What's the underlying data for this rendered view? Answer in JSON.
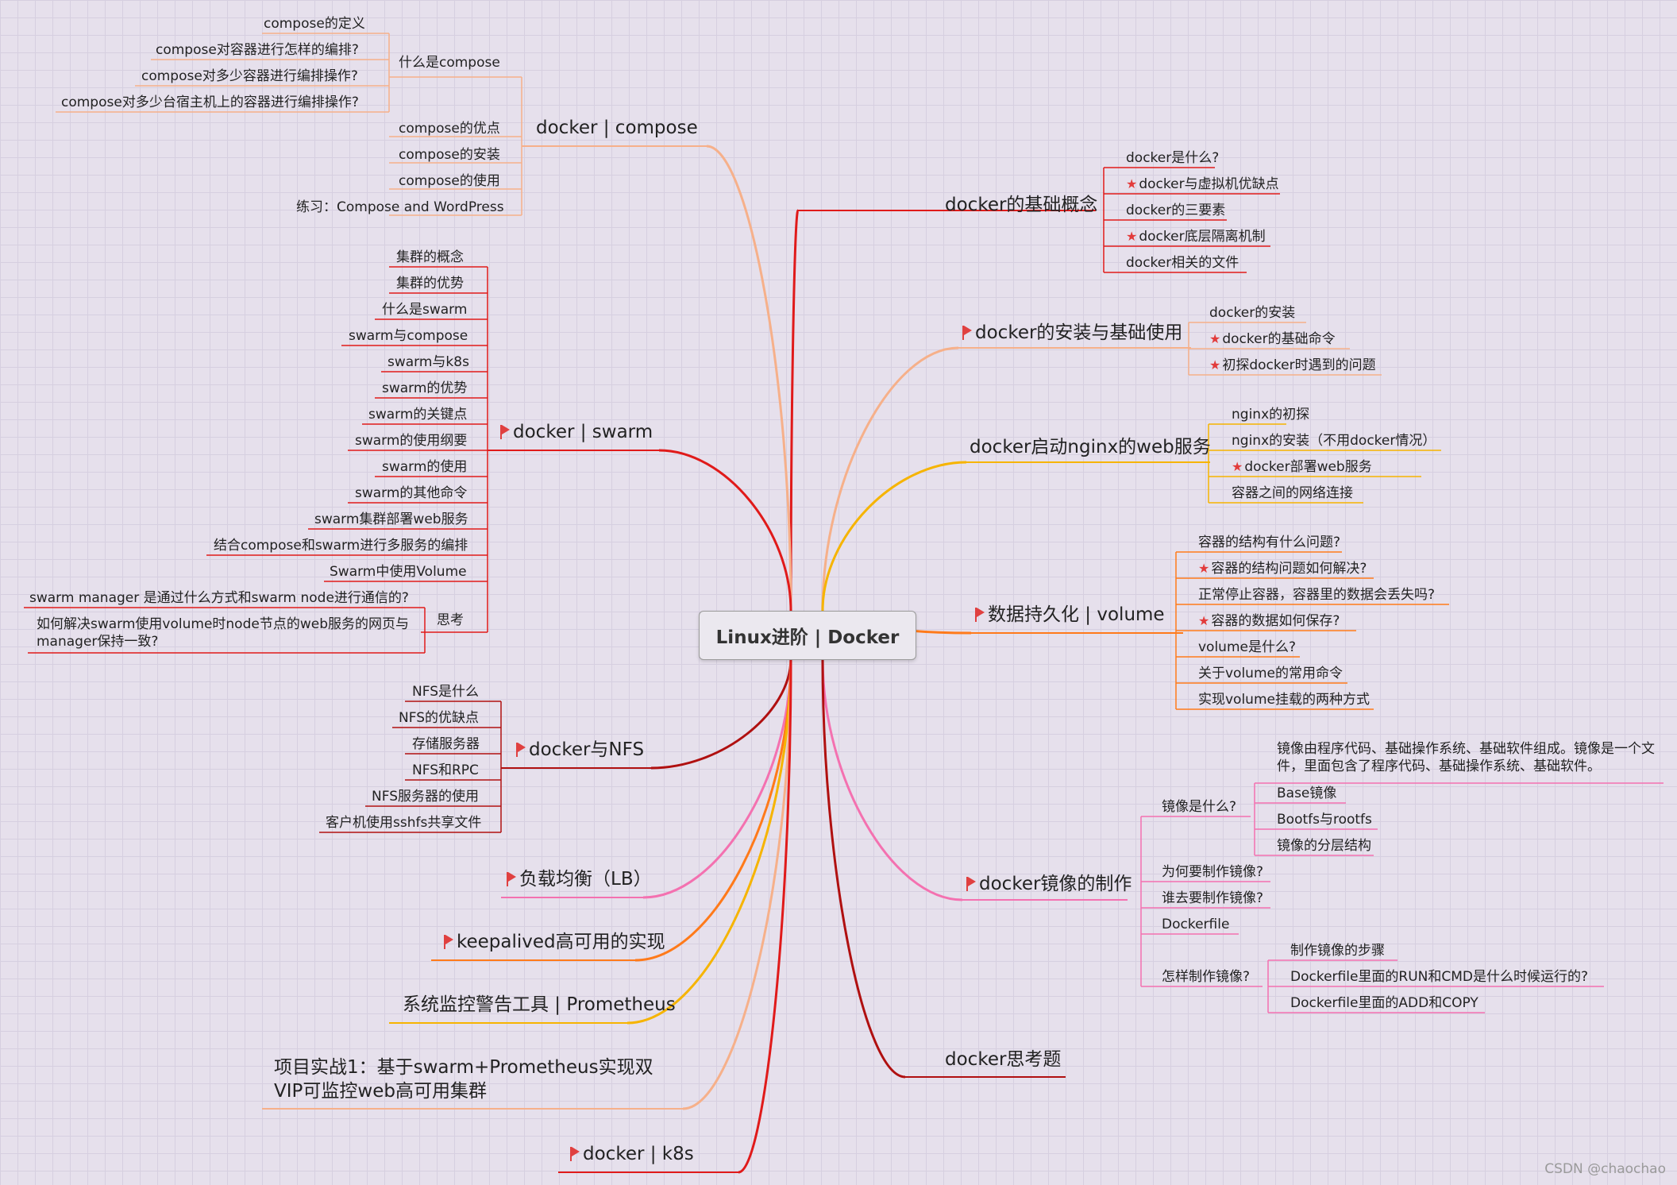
{
  "root": "Linux进阶 | Docker",
  "watermark": "CSDN @chaochao",
  "colors": {
    "red": "#e01a1a",
    "darkred": "#b01010",
    "peach": "#f6b08a",
    "orange": "#ff7a1a",
    "amber": "#f6b400",
    "pink": "#f471b0"
  },
  "left": {
    "compose": {
      "title": "docker | compose",
      "what": "什么是compose",
      "what_items": [
        "compose的定义",
        "compose对容器进行怎样的编排?",
        "compose对多少容器进行编排操作?",
        "compose对多少台宿主机上的容器进行编排操作?"
      ],
      "items": [
        "compose的优点",
        "compose的安装",
        "compose的使用",
        "练习：Compose and WordPress"
      ]
    },
    "swarm": {
      "title": "docker | swarm",
      "items": [
        "集群的概念",
        "集群的优势",
        "什么是swarm",
        "swarm与compose",
        "swarm与k8s",
        "swarm的优势",
        "swarm的关键点",
        "swarm的使用纲要",
        "swarm的使用",
        "swarm的其他命令",
        "swarm集群部署web服务",
        "结合compose和swarm进行多服务的编排",
        "Swarm中使用Volume"
      ],
      "think": "思考",
      "think_items": [
        "swarm manager 是通过什么方式和swarm node进行通信的?",
        "如何解决swarm使用volume时node节点的web服务的网页与manager保持一致?"
      ]
    },
    "nfs": {
      "title": "docker与NFS",
      "items": [
        "NFS是什么",
        "NFS的优缺点",
        "存储服务器",
        "NFS和RPC",
        "NFS服务器的使用",
        "客户机使用sshfs共享文件"
      ]
    },
    "lb": "负载均衡（LB）",
    "keepalived": "keepalived高可用的实现",
    "prom": "系统监控警告工具 | Prometheus",
    "project": "项目实战1：基于swarm+Prometheus实现双VIP可监控web高可用集群",
    "k8s": "docker | k8s"
  },
  "right": {
    "basic": {
      "title": "docker的基础概念",
      "items": [
        "docker是什么?",
        "docker与虚拟机优缺点",
        "docker的三要素",
        "docker底层隔离机制",
        "docker相关的文件"
      ]
    },
    "install": {
      "title": "docker的安装与基础使用",
      "items": [
        "docker的安装",
        "docker的基础命令",
        "初探docker时遇到的问题"
      ]
    },
    "nginx": {
      "title": "docker启动nginx的web服务",
      "items": [
        "nginx的初探",
        "nginx的安装（不用docker情况）",
        "docker部署web服务",
        "容器之间的网络连接"
      ]
    },
    "volume": {
      "title": "数据持久化 | volume",
      "items": [
        "容器的结构有什么问题?",
        "容器的结构问题如何解决?",
        "正常停止容器，容器里的数据会丢失吗?",
        "容器的数据如何保存?",
        "volume是什么?",
        "关于volume的常用命令",
        "实现volume挂载的两种方式"
      ]
    },
    "image": {
      "title": "docker镜像的制作",
      "what": "镜像是什么?",
      "what_items": [
        "镜像由程序代码、基础操作系统、基础软件组成。镜像是一个文件，里面包含了程序代码、基础操作系统、基础软件。",
        "Base镜像",
        "Bootfs与rootfs",
        "镜像的分层结构"
      ],
      "why": "为何要制作镜像?",
      "who": "谁去要制作镜像?",
      "dockerfile": "Dockerfile",
      "how": "怎样制作镜像?",
      "how_items": [
        "制作镜像的步骤",
        "Dockerfile里面的RUN和CMD是什么时候运行的?",
        "Dockerfile里面的ADD和COPY"
      ]
    },
    "think": "docker思考题"
  }
}
